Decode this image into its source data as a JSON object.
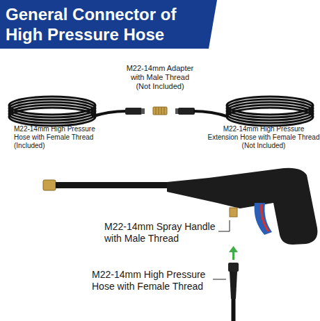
{
  "diagram": {
    "title": "General Connector of High Pressure Hose",
    "labels": [
      "M22-14mm Adapter with Male Thread (Not Included)",
      "M22-14mm High Pressure Hose with Female Thread (Included)",
      "M22-14mm High Pressure Extension Hose with Female Thread (Not Included)",
      "M22-14mm Spray Handle with Male Thread",
      "M22-14mm High Pressure Hose with Female Thread"
    ]
  }
}
